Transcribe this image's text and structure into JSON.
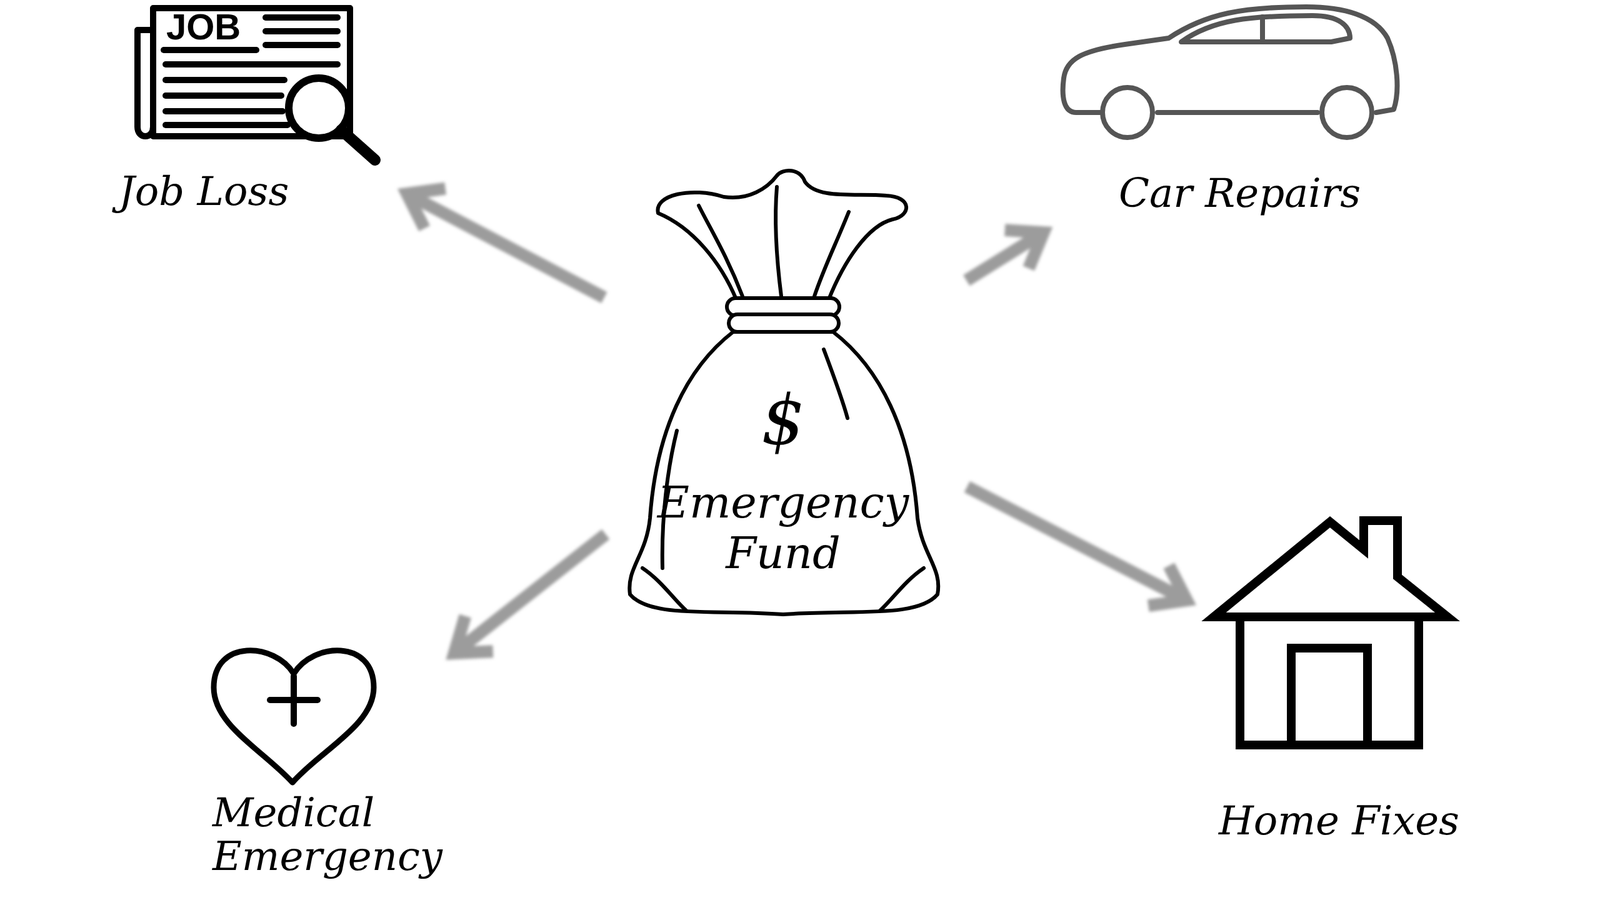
{
  "diagram": {
    "nodes": [
      {
        "text": [
          "$",
          "Emergency Fund"
        ]
      },
      {
        "text": [
          "JOB",
          "Job Loss"
        ]
      },
      {
        "text": [
          "Car Repairs"
        ]
      },
      {
        "text": [
          "Medical Emergency"
        ]
      },
      {
        "text": [
          "Home Fixes"
        ]
      }
    ],
    "edges": [
      {
        "from": 0,
        "to": 1,
        "arrow": "to"
      },
      {
        "from": 0,
        "to": 2,
        "arrow": "to"
      },
      {
        "from": 0,
        "to": 3,
        "arrow": "to"
      },
      {
        "from": 0,
        "to": 4,
        "arrow": "to"
      }
    ]
  }
}
